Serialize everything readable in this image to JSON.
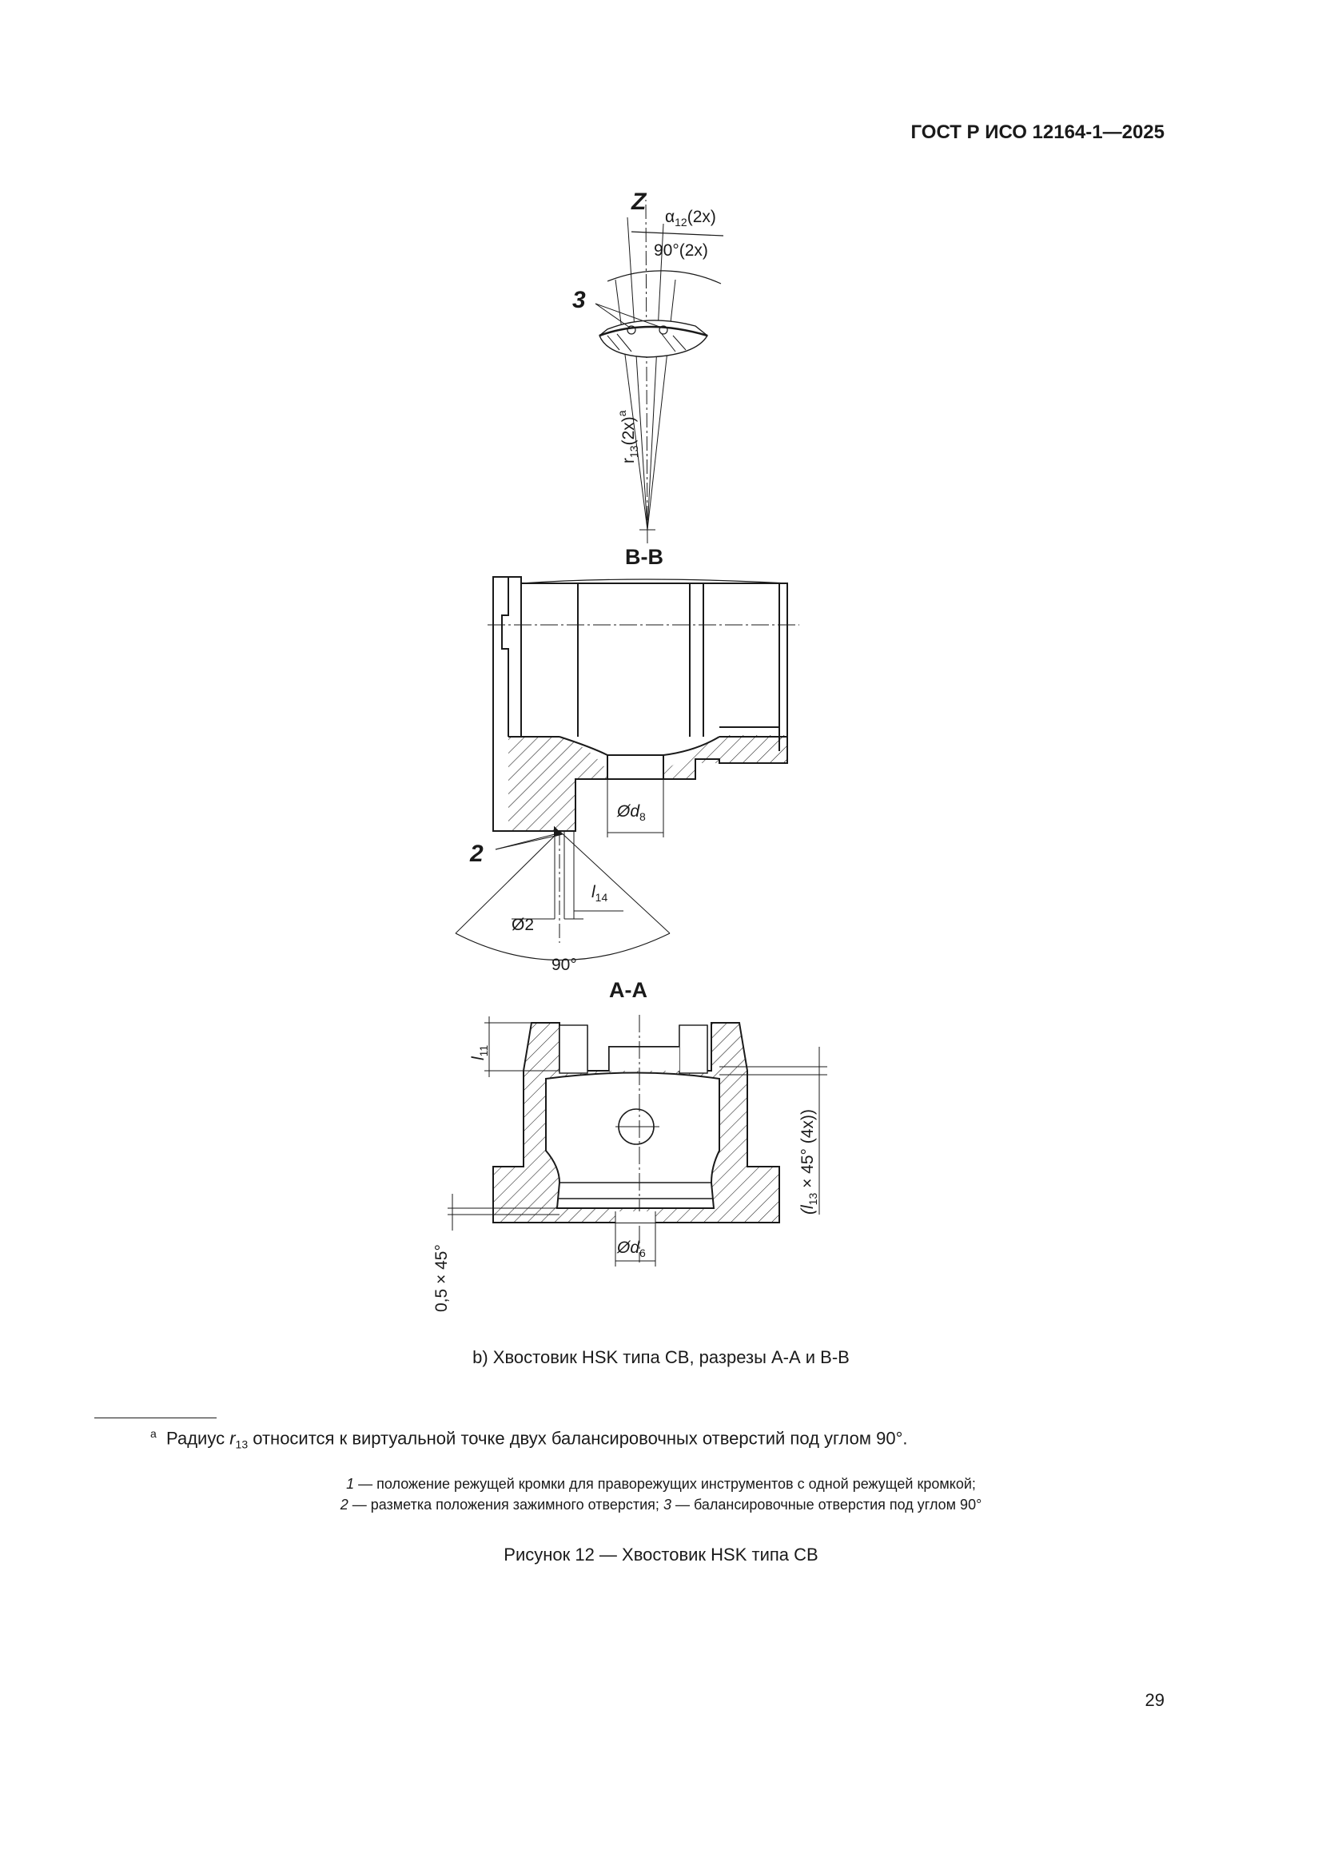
{
  "header": {
    "doc_number": "ГОСТ Р ИСО 12164-1—2025"
  },
  "drawing": {
    "labels": {
      "z": "Z",
      "alpha12": "α",
      "alpha12_sub": "12",
      "alpha12_suffix": "(2x)",
      "angle_90_2x": "90°(2x)",
      "callout_3": "3",
      "r13": "r",
      "r13_sub": "13",
      "r13_suffix": "(2x)",
      "r13_note": "a",
      "section_bb": "B-B",
      "d8": "Ød",
      "d8_sub": "8",
      "callout_2": "2",
      "l14": "l",
      "l14_sub": "14",
      "dia2": "Ø2",
      "angle_90": "90°",
      "section_aa": "A-A",
      "l11": "l",
      "l11_sub": "11",
      "l13_pre": "(l",
      "l13_sub": "13",
      "l13_suffix": " × 45° (4x))",
      "chamfer": "0,5 × 45°",
      "d6": "Ød",
      "d6_sub": "6"
    }
  },
  "caption_b": "b) Хвостовик HSK типа CB, разрезы А-А и В-В",
  "footnote": {
    "marker": "a",
    "text_before": "Радиус ",
    "symbol": "r",
    "symbol_sub": "13",
    "text_after": " относится к виртуальной точке двух балансировочных отверстий под углом 90°."
  },
  "legend": {
    "n1": "1",
    "t1": " — положение режущей кромки для праворежущих инструментов с одной режущей кромкой;",
    "n2": "2",
    "t2": " — разметка положения зажимного отверстия; ",
    "n3": "3",
    "t3": " — балансировочные отверстия под углом 90°"
  },
  "figure_title": "Рисунок 12 — Хвостовик HSK типа CB",
  "page_number": "29"
}
